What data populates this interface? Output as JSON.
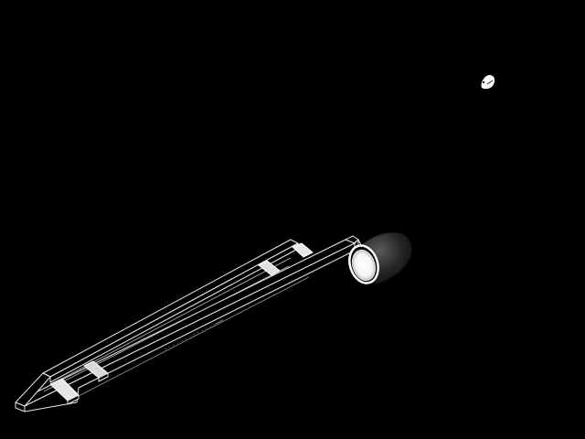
{
  "scene": {
    "background_color": "#000000",
    "objects": [
      {
        "name": "ladder-frame",
        "kind": "3d-render",
        "fill": "#000000",
        "edge": "#e6e6e6"
      },
      {
        "name": "bucket",
        "kind": "3d-render",
        "fill": "#1a1a1a",
        "rim": "#ffffff"
      },
      {
        "name": "moon-sphere",
        "kind": "3d-render",
        "fill": "#ffffff"
      }
    ]
  }
}
